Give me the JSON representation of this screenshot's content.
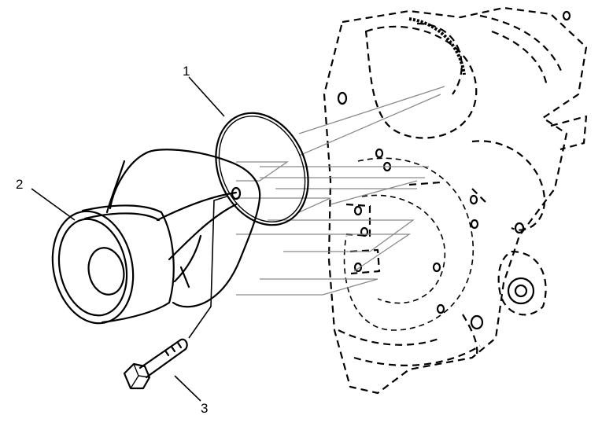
{
  "callouts": [
    {
      "id": "1",
      "label": "1",
      "part": "o-ring"
    },
    {
      "id": "2",
      "label": "2",
      "part": "housing"
    },
    {
      "id": "3",
      "label": "3",
      "part": "bolt"
    }
  ],
  "colors": {
    "line": "#000000",
    "background": "#ffffff",
    "guide": "#8a8a8a"
  }
}
